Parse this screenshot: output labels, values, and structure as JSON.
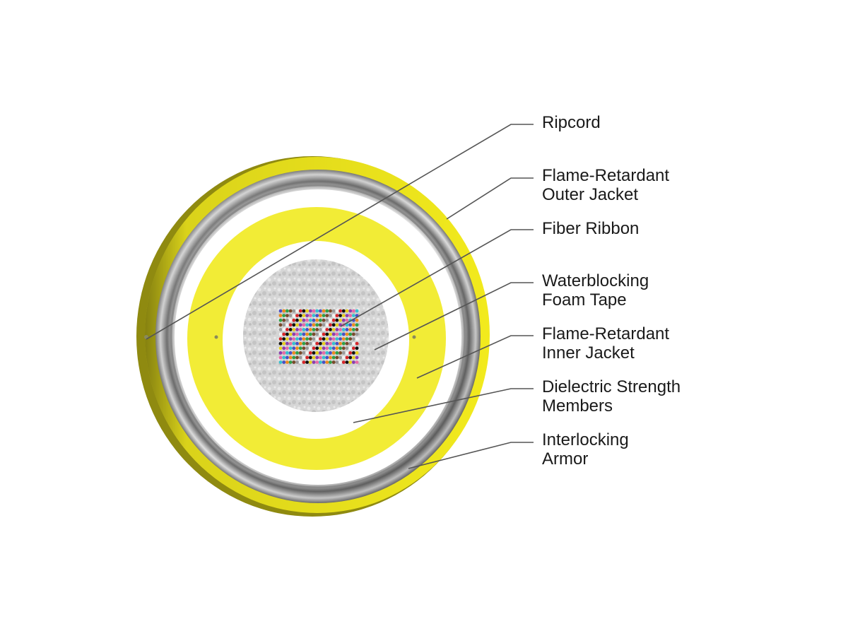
{
  "diagram": {
    "colors": {
      "outer_jacket": "#f2ea1d",
      "outer_jacket_shadow": "#8f8a10",
      "armor_light": "#e8e8e8",
      "armor_dark": "#6f6f6f",
      "strength_members": "#ffffff",
      "inner_jacket": "#f2ec36",
      "foam_tape": "#ffffff",
      "core_texture": "#d2d2d2",
      "leader_line": "#555555",
      "label_text": "#1a1a1a"
    },
    "fiber_colors": [
      "#4a4fc4",
      "#f08a1e",
      "#2ea24a",
      "#7a4a2a",
      "#9a9a9a",
      "#f4f4f4",
      "#d7262a",
      "#111111",
      "#e8d01e",
      "#8a3fb0",
      "#e86aa6",
      "#35c1d0"
    ],
    "labels": [
      {
        "line1": "Ripcord",
        "line2": ""
      },
      {
        "line1": "Flame-Retardant",
        "line2": "Outer Jacket"
      },
      {
        "line1": "Fiber Ribbon",
        "line2": ""
      },
      {
        "line1": "Waterblocking",
        "line2": "Foam Tape"
      },
      {
        "line1": "Flame-Retardant",
        "line2": "Inner Jacket"
      },
      {
        "line1": "Dielectric Strength",
        "line2": "Members"
      },
      {
        "line1": "Interlocking",
        "line2": "Armor"
      }
    ]
  }
}
